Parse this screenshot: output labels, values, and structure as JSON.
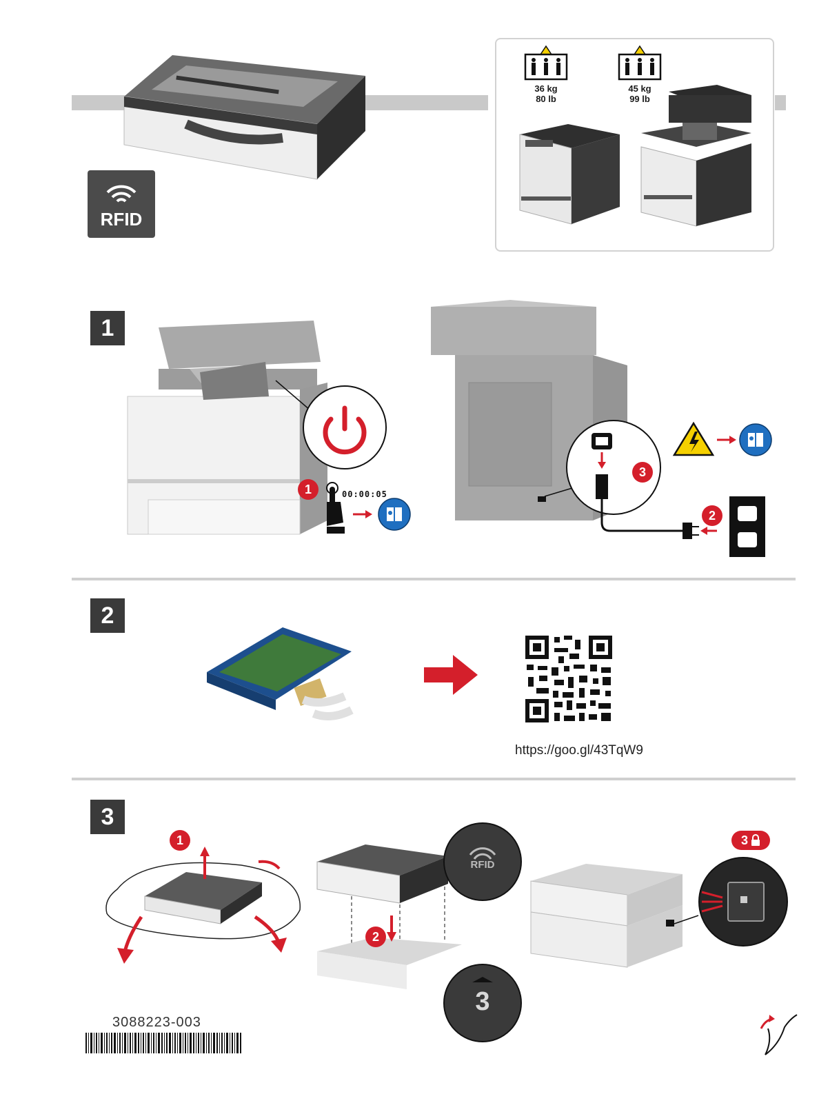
{
  "header": {
    "rfid_label": "RFID",
    "weights": [
      {
        "kg": "36 kg",
        "lb": "80 lb"
      },
      {
        "kg": "45 kg",
        "lb": "99 lb"
      }
    ]
  },
  "steps": [
    {
      "number": "1",
      "timer": "00:00:05",
      "callouts": [
        "1",
        "2",
        "3"
      ]
    },
    {
      "number": "2",
      "url": "https://goo.gl/43TqW9"
    },
    {
      "number": "3",
      "callouts": [
        "1",
        "2",
        "3"
      ],
      "tray_number": "3",
      "tray_label": "RFID"
    }
  ],
  "footer": {
    "part_number": "3088223-003"
  },
  "colors": {
    "accent_red": "#d41f2b",
    "manual_blue": "#1f6fc0",
    "dark_gray": "#3a3a3a"
  }
}
